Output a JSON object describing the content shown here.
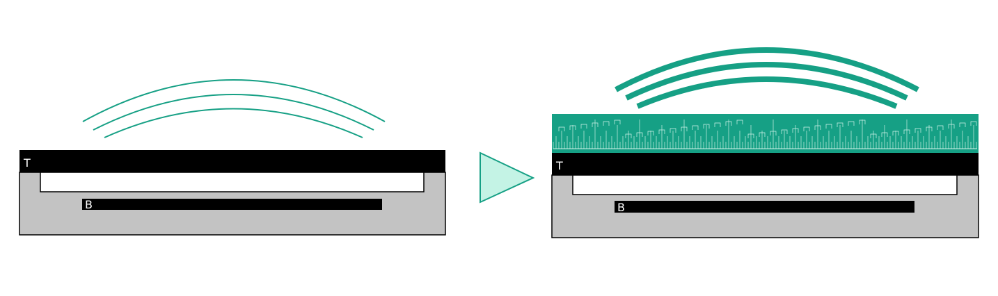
{
  "colors": {
    "accent": "#16a085",
    "accent_light": "#c4f3e5",
    "bar": "#000000",
    "tray": "#c3c3c3",
    "slot": "#ffffff",
    "label_text": "#ffffff"
  },
  "before": {
    "top_label": "T",
    "bottom_label": "B",
    "arcs": {
      "count": 3,
      "style": "thin"
    }
  },
  "arrow": {
    "shape": "right-triangle",
    "icon": "play-arrow-icon"
  },
  "after": {
    "top_label": "T",
    "bottom_label": "B",
    "arcs": {
      "count": 3,
      "style": "thick"
    },
    "texture": "ruler-tick-strip"
  }
}
